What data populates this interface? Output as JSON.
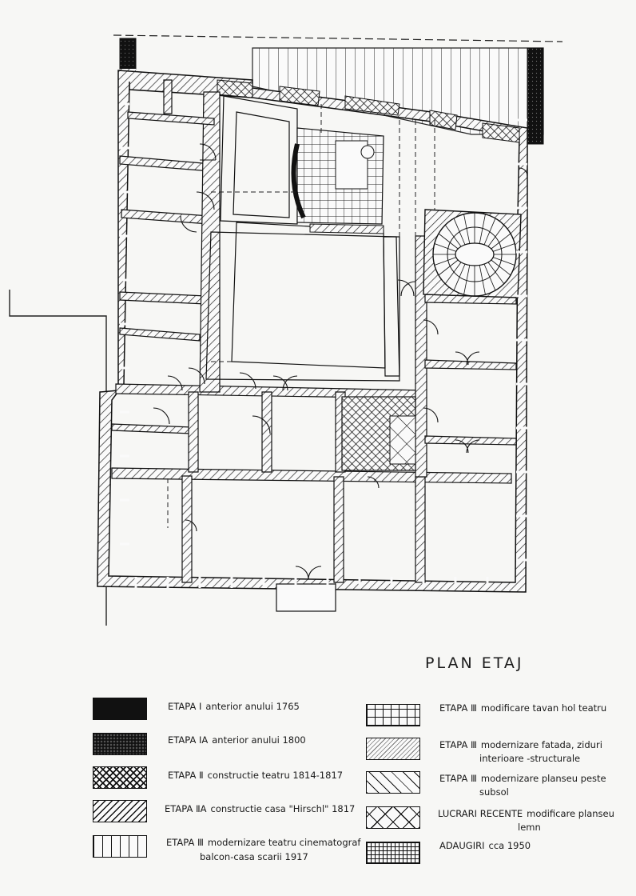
{
  "plan_title": "PLAN ETAJ",
  "legend": [
    {
      "etapa": "ETAPA Ⅰ",
      "desc": "anterior anului 1765",
      "pattern": "p-dark",
      "color": "#111111"
    },
    {
      "etapa": "ETAPA ⅠA",
      "desc": "anterior anului 1800",
      "pattern": "p-dots",
      "color": "#222222"
    },
    {
      "etapa": "ETAPA Ⅱ",
      "desc": "constructie teatru 1814-1817",
      "pattern": "p-cross",
      "color": "#333333"
    },
    {
      "etapa": "ETAPA ⅡA",
      "desc": "constructie casa \"Hirschl\" 1817",
      "pattern": "p-hatch",
      "color": "#333333"
    },
    {
      "etapa": "ETAPA Ⅲ",
      "desc": "modernizare teatru cinematograf",
      "desc2": "balcon-casa scarii 1917",
      "pattern": "p-vert",
      "color": "#333333"
    },
    {
      "etapa": "ETAPA Ⅲ",
      "desc": "modificare tavan hol teatru",
      "pattern": "p-grid",
      "color": "#333333"
    },
    {
      "etapa": "ETAPA Ⅲ",
      "desc": "modernizare fatada, ziduri",
      "desc2": "interioare -structurale",
      "pattern": "p-fine",
      "color": "#333333"
    },
    {
      "etapa": "ETAPA Ⅲ",
      "desc": "modernizare planseu peste",
      "desc2": "subsol",
      "pattern": "p-back",
      "color": "#333333"
    },
    {
      "etapa": "LUCRARI RECENTE",
      "desc": "modificare planseu",
      "desc2": "lemn",
      "pattern": "p-bigcross",
      "color": "#333333"
    },
    {
      "etapa": "ADAUGIRI",
      "desc": "cca 1950",
      "pattern": "p-dense",
      "color": "#111111"
    }
  ]
}
